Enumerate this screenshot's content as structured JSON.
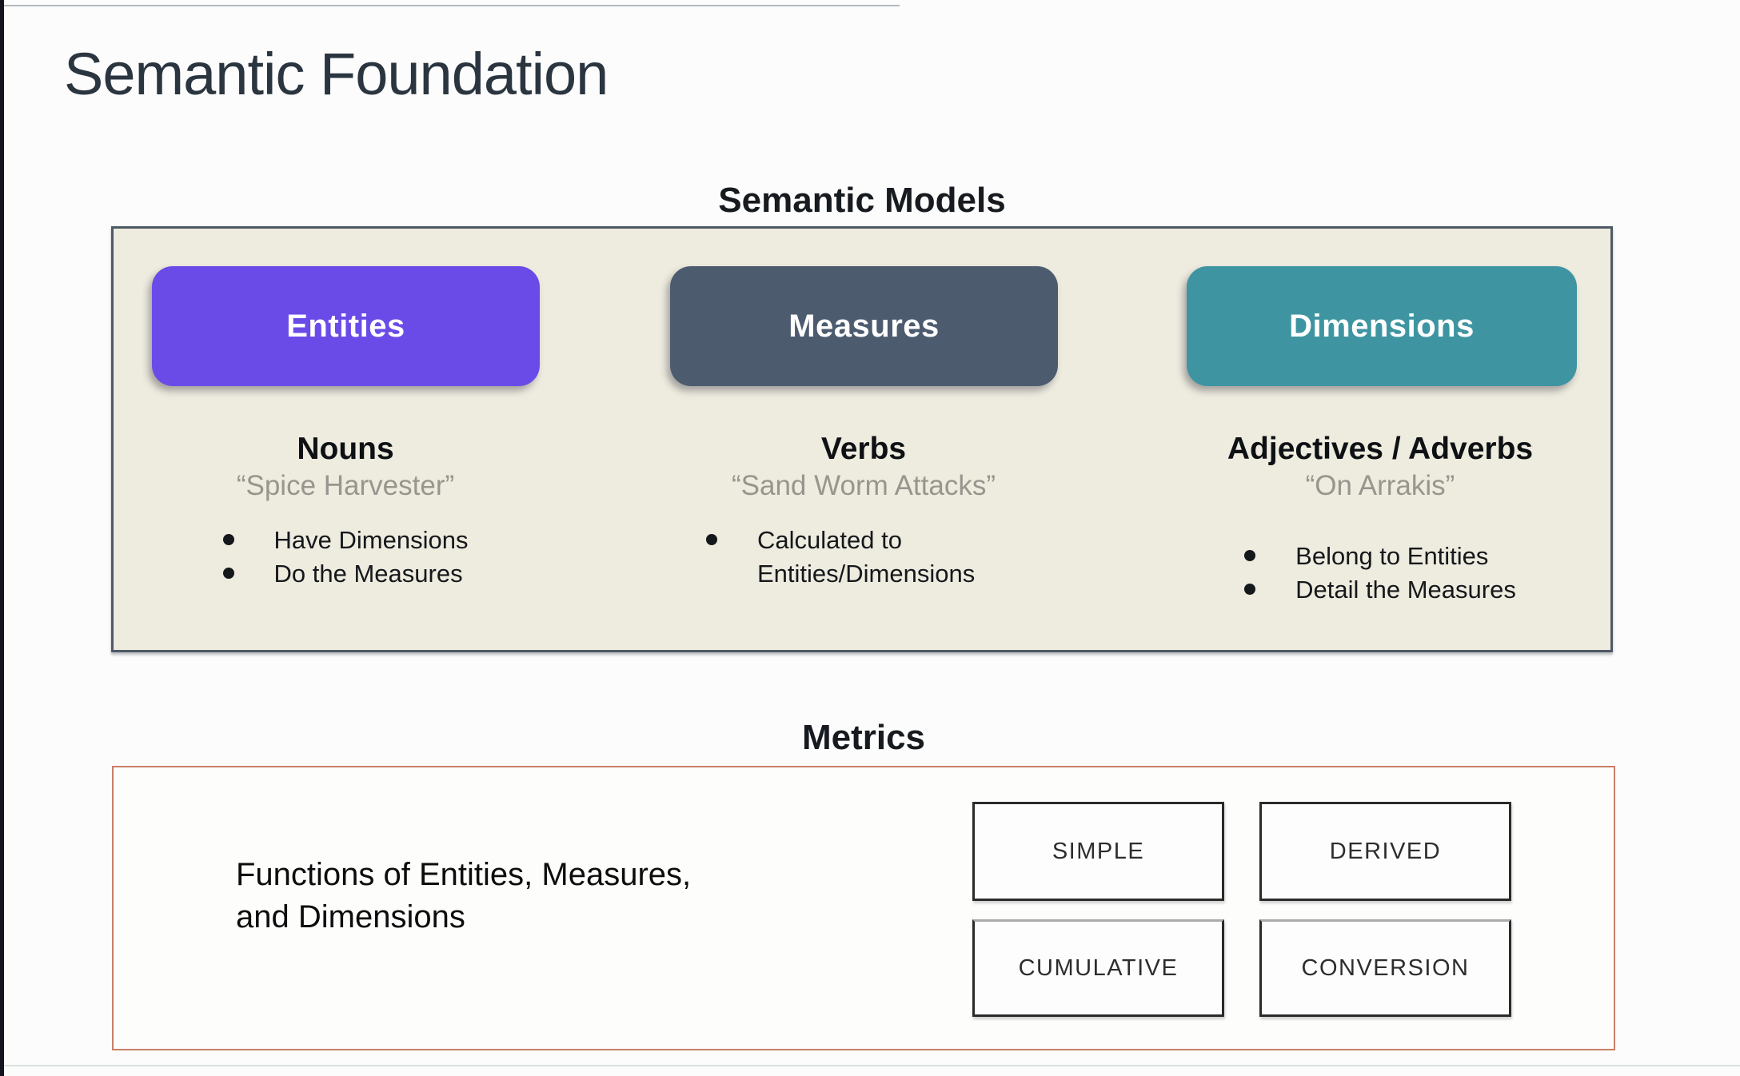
{
  "slide": {
    "title": "Semantic Foundation"
  },
  "semantic_models": {
    "heading": "Semantic Models",
    "columns": [
      {
        "pill": "Entities",
        "color": "#6a4be8",
        "part_of_speech": "Nouns",
        "example": "“Spice Harvester”",
        "bullets": [
          "Have Dimensions",
          "Do the Measures"
        ]
      },
      {
        "pill": "Measures",
        "color": "#4d5b6f",
        "part_of_speech": "Verbs",
        "example": "“Sand Worm Attacks”",
        "bullets": [
          "Calculated to Entities/Dimensions"
        ]
      },
      {
        "pill": "Dimensions",
        "color": "#3e95a1",
        "part_of_speech": "Adjectives / Adverbs",
        "example": "“On Arrakis”",
        "bullets": [
          "Belong to Entities",
          "Detail the Measures"
        ]
      }
    ]
  },
  "metrics": {
    "heading": "Metrics",
    "description": "Functions of Entities, Measures,\nand Dimensions",
    "types": [
      "SIMPLE",
      "DERIVED",
      "CUMULATIVE",
      "CONVERSION"
    ],
    "border_color": "#c87f66"
  },
  "colors": {
    "entities_pill": "#6a4be8",
    "measures_pill": "#4d5b6f",
    "dimensions_pill": "#3e95a1",
    "models_panel_bg": "#eeebdf",
    "models_panel_border": "#4e5a66",
    "metrics_panel_border": "#c87f66"
  }
}
